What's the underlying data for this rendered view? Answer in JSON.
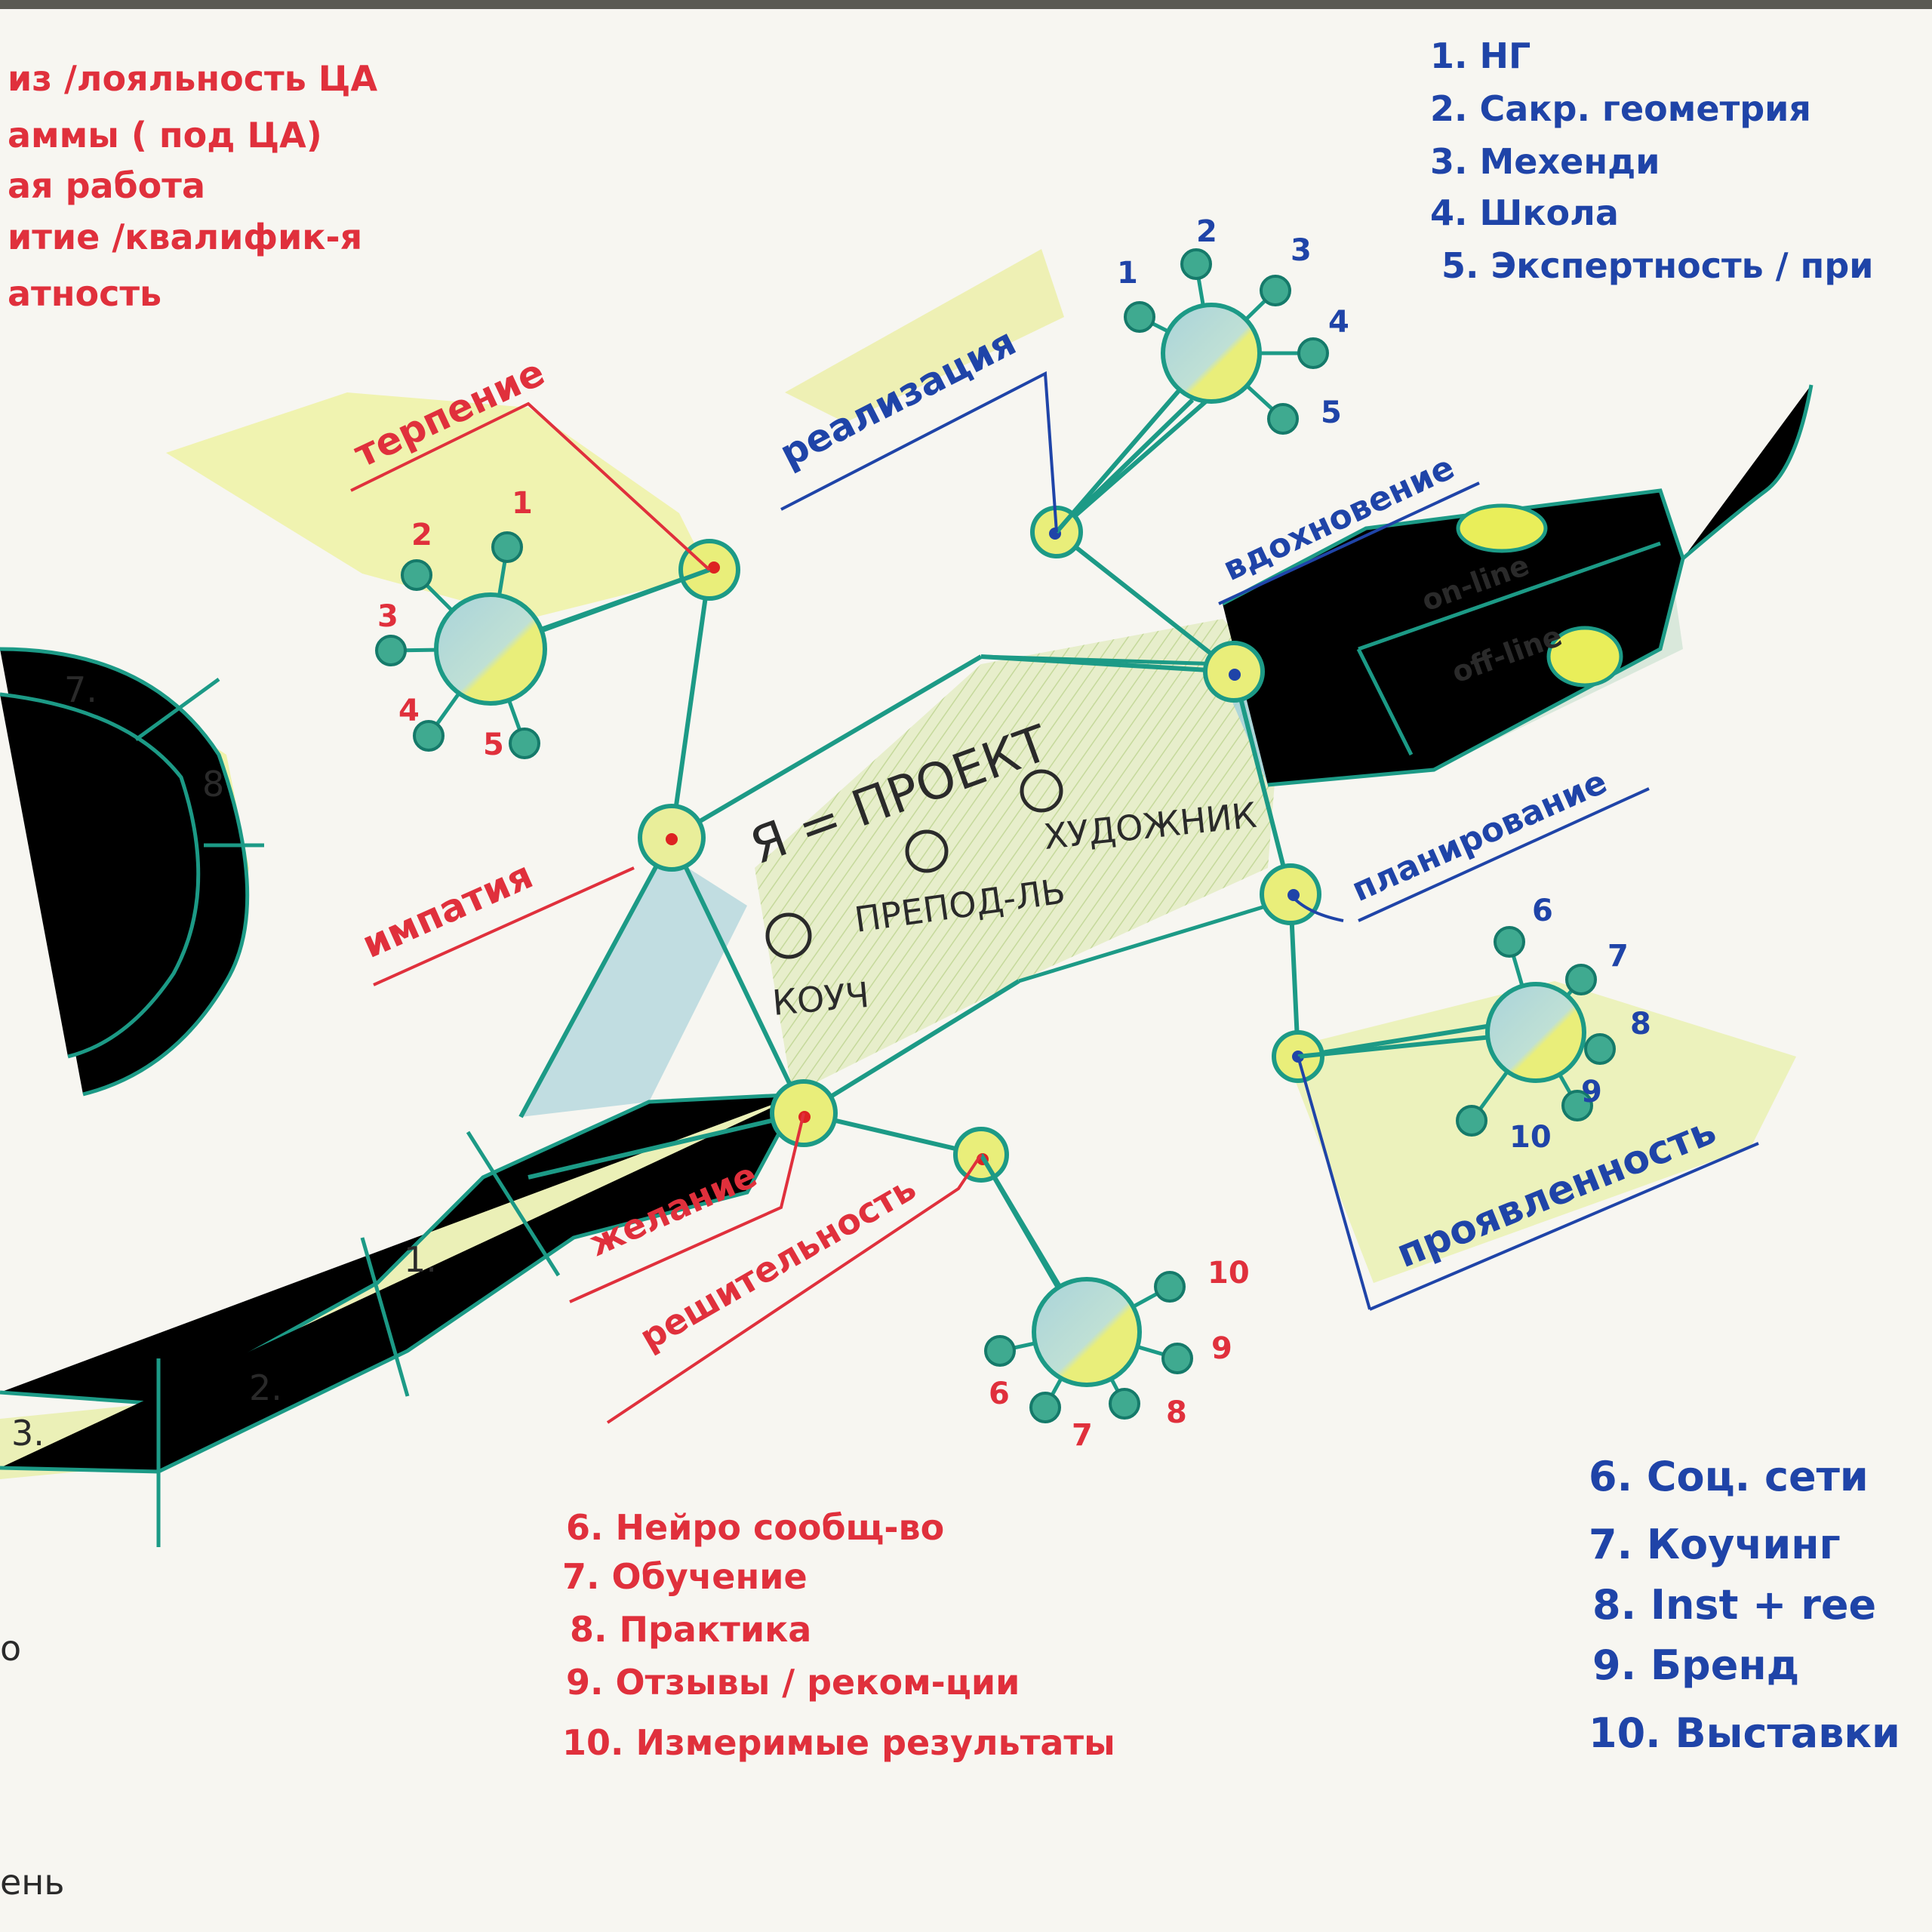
{
  "top_left_list": [
    "из /лояльность ЦА",
    "аммы ( под ЦА)",
    "ая  работа",
    "итие /квалифик-я",
    "атность"
  ],
  "top_right_list": [
    "1. НГ",
    "2. Сакр. геометрия",
    "3. Мехенди",
    "4. Школа",
    "5. Экспертность / при"
  ],
  "bottom_center_list": [
    "6. Нейро сообщ-во",
    "7. Обучение",
    "8. Практика",
    "9. Отзывы / реком-ции",
    "10. Измеримые результаты"
  ],
  "bottom_right_list": [
    "6. Соц. сети",
    "7. Коучинг",
    "8. Inst + ree",
    "9. Бренд",
    "10. Выставки"
  ],
  "labels": {
    "patience": "терпение",
    "realization": "реализация",
    "inspiration": "вдохновение",
    "empathy": "импатия",
    "planning": "планирование",
    "desire": "желание",
    "decisiveness": "решительность",
    "manifestation": "проявленность",
    "online": "on-line",
    "offline": "off-line"
  },
  "center": {
    "title": "Я = ПРОЕКТ",
    "artist": "ХУДОЖНИК",
    "teacher": "ПРЕПОД-ЛЬ",
    "coach": "КОУЧ"
  },
  "path_numbers": [
    "1.",
    "2.",
    "3.",
    "7.",
    "8"
  ],
  "cluster_numbers": {
    "patience": [
      "1",
      "2",
      "3",
      "4",
      "5"
    ],
    "realization": [
      "1",
      "2",
      "3",
      "4",
      "5"
    ],
    "manifestation": [
      "6",
      "7",
      "8",
      "9",
      "10"
    ],
    "decisiveness": [
      "6",
      "7",
      "8",
      "9",
      "10"
    ]
  },
  "fragments": {
    "left_mid": "о",
    "bottom_left": "ень"
  },
  "colors": {
    "red_ink": "#e0303c",
    "blue_ink": "#1f44a8",
    "green_ink": "#1c9a86",
    "yellow_fill": "#e9ee7a",
    "light_blue_fill": "#a9d3da"
  }
}
